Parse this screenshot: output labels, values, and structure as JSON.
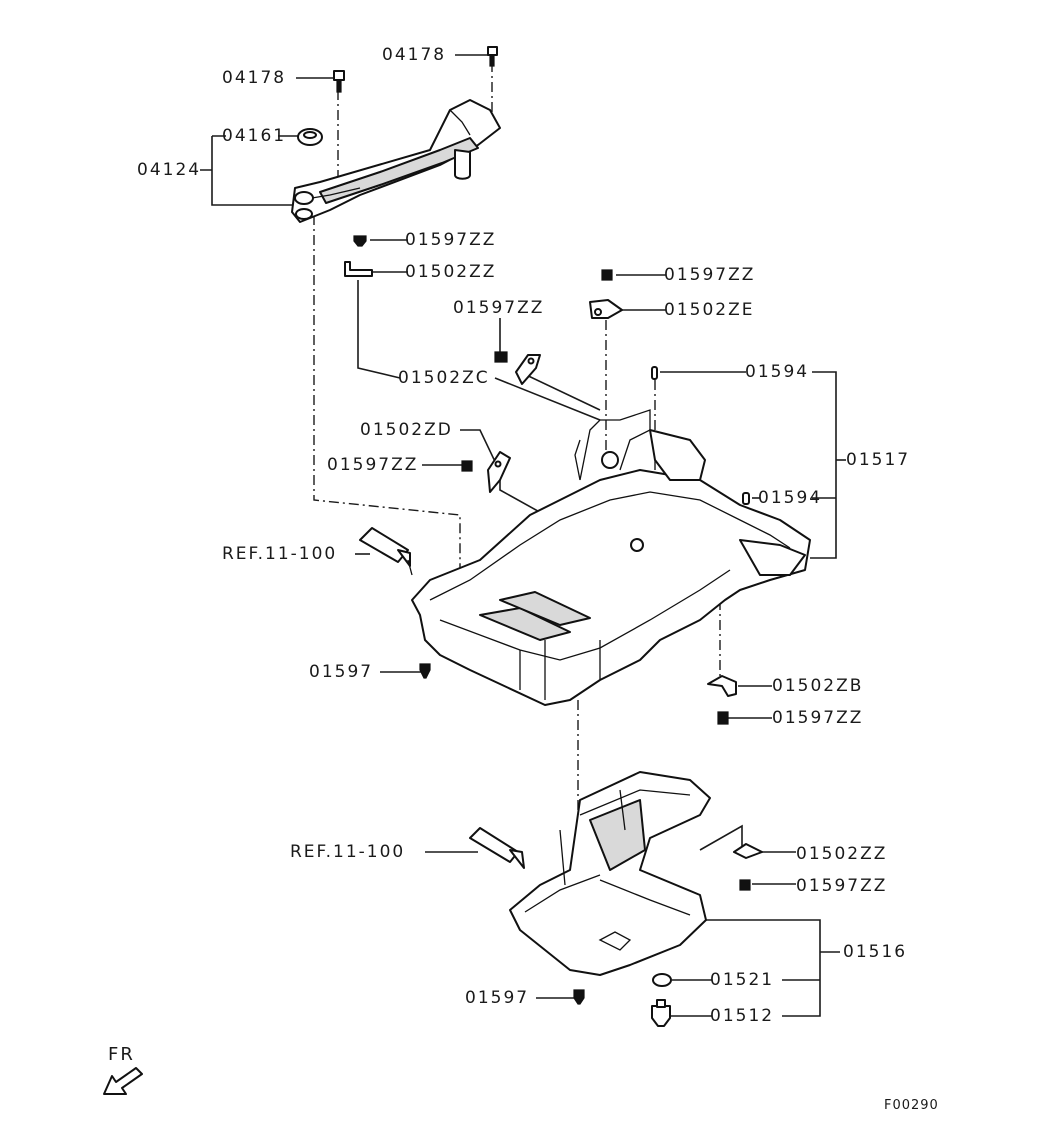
{
  "labels": {
    "p04178_top": "04178",
    "p04178_left": "04178",
    "p04161": "04161",
    "p04124": "04124",
    "p01597ZZ_a": "01597ZZ",
    "p01502ZZ_a": "01502ZZ",
    "p01597ZZ_b": "01597ZZ",
    "p01502ZE": "01502ZE",
    "p01597ZZ_c": "01597ZZ",
    "p01502ZC": "01502ZC",
    "p01594_a": "01594",
    "p01517": "01517",
    "p01502ZD": "01502ZD",
    "p01597ZZ_d": "01597ZZ",
    "p01594_b": "01594",
    "ref_upper": "REF.11-100",
    "p01597_a": "01597",
    "p01502ZB": "01502ZB",
    "p01597ZZ_e": "01597ZZ",
    "ref_lower": "REF.11-100",
    "p01502ZZ_b": "01502ZZ",
    "p01597ZZ_f": "01597ZZ",
    "p01516": "01516",
    "p01521": "01521",
    "p01597_b": "01597",
    "p01512": "01512",
    "front_marker": "FR",
    "figure_code": "F00290"
  }
}
